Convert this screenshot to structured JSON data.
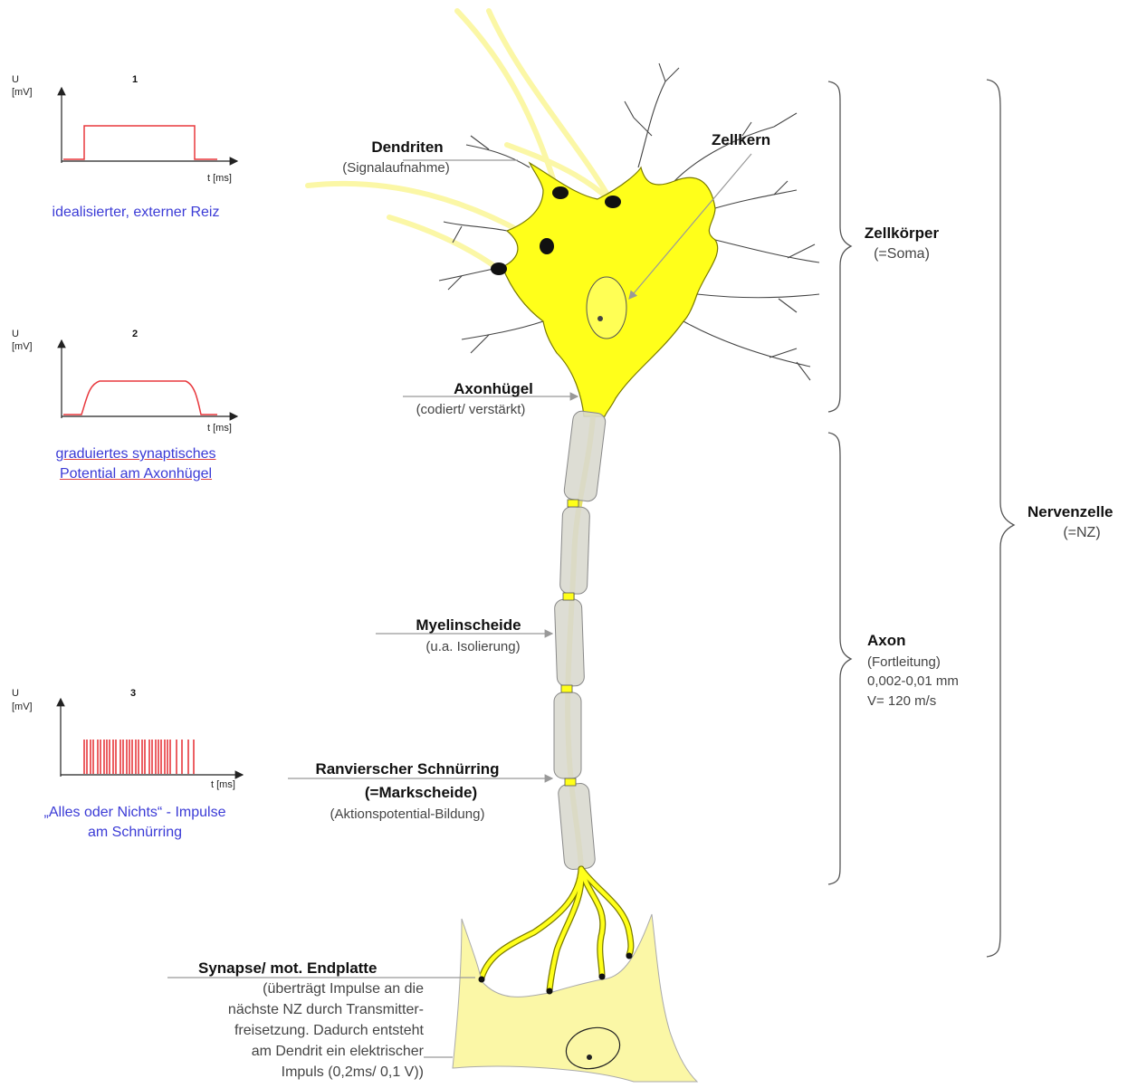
{
  "graphs": [
    {
      "number": "1",
      "y_label": "U",
      "y_unit": "[mV]",
      "x_label": "t [ms]",
      "caption": [
        "idealisierter, externer Reiz"
      ]
    },
    {
      "number": "2",
      "y_label": "U",
      "y_unit": "[mV]",
      "x_label": "t [ms]",
      "caption": [
        "graduiertes synaptisches",
        "Potential am Axonhügel"
      ]
    },
    {
      "number": "3",
      "y_label": "U",
      "y_unit": "[mV]",
      "x_label": "t [ms]",
      "caption": [
        "„Alles oder Nichts“ - Impulse",
        "am Schnürring"
      ]
    }
  ],
  "labels": {
    "dendriten": {
      "title": "Dendriten",
      "sub": "(Signalaufnahme)"
    },
    "zellkern": {
      "title": "Zellkern"
    },
    "axonhuegel": {
      "title": "Axonhügel",
      "sub": "(codiert/ verstärkt)"
    },
    "myelinscheide": {
      "title": "Myelinscheide",
      "sub": "(u.a. Isolierung)"
    },
    "ranvier": {
      "title": "Ranvierscher Schnürring",
      "title2": "(=Markscheide)",
      "sub": "(Aktionspotential-Bildung)"
    },
    "synapse": {
      "title": "Synapse/ mot. Endplatte",
      "lines": [
        "(überträgt Impulse an die",
        "nächste NZ durch Transmitter-",
        "freisetzung. Dadurch entsteht",
        "am Dendrit ein elektrischer",
        "Impuls (0,2ms/ 0,1 V))"
      ]
    },
    "zellkoerper": {
      "title": "Zellkörper",
      "sub": "(=Soma)"
    },
    "axon": {
      "title": "Axon",
      "lines": [
        "(Fortleitung)",
        "0,002-0,01 mm",
        "V= 120 m/s"
      ]
    },
    "nervenzelle": {
      "title": "Nervenzelle",
      "sub": "(=NZ)"
    }
  },
  "colors": {
    "soma": "#ffff1a",
    "soma_outline": "#7a7a00",
    "pale_yellow": "#fbf7a6",
    "myelin": "#d9d9cf",
    "signal_red": "#e8383d",
    "caption_blue": "#3b3bd6"
  }
}
